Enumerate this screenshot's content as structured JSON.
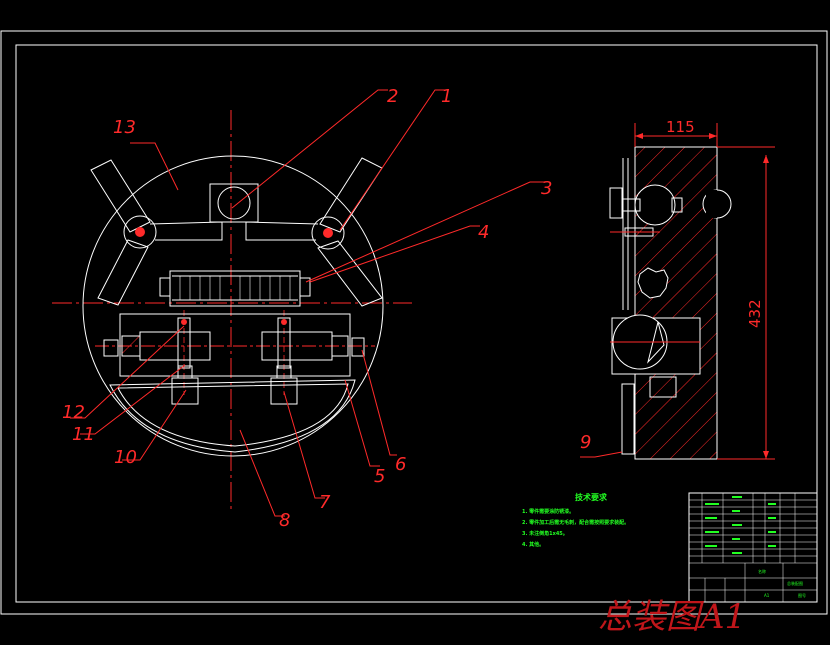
{
  "drawing": {
    "part_labels": [
      "1",
      "2",
      "3",
      "4",
      "5",
      "6",
      "7",
      "8",
      "9",
      "10",
      "11",
      "12",
      "13"
    ],
    "dim_width": "115",
    "dim_height": "432",
    "watermark": "总装图A1",
    "tech_title": "技术要求",
    "tech_notes": [
      "1. 零件需要涂防锈漆。",
      "2. 零件加工后需无毛刺，配合需按照要求装配。",
      "3. 未注倒角1x45。",
      "4. 其他。"
    ],
    "title_block_cells": [
      "名称",
      "总装配图",
      "A1",
      "图号"
    ]
  },
  "colors": {
    "frame": "#ffffff",
    "leader": "#ff2a2a",
    "centerline": "#ff2a2a",
    "text_green": "#22ff22",
    "hatch": "#ff2a2a"
  }
}
